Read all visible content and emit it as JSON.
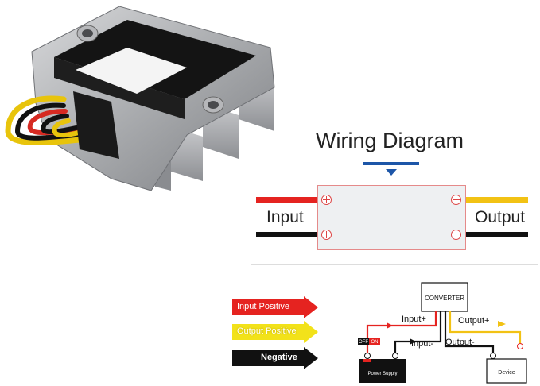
{
  "wiring_diagram": {
    "title": "Wiring Diagram",
    "input_label": "Input",
    "output_label": "Output"
  },
  "legend": {
    "input_positive": "Input Positive",
    "output_positive": "Output Positive",
    "negative": "Negative"
  },
  "schematic": {
    "converter": "CONVERTER",
    "input_plus": "Input+",
    "input_minus": "Input-",
    "output_plus": "Output+",
    "output_minus": "Output-",
    "power_supply": "Power Supply",
    "device": "Device",
    "switch_off": "OFF",
    "switch_on": "ON"
  },
  "colors": {
    "positive_input": "#e52320",
    "positive_output": "#f2c214",
    "negative": "#111111",
    "accent_blue": "#1d56a8"
  }
}
